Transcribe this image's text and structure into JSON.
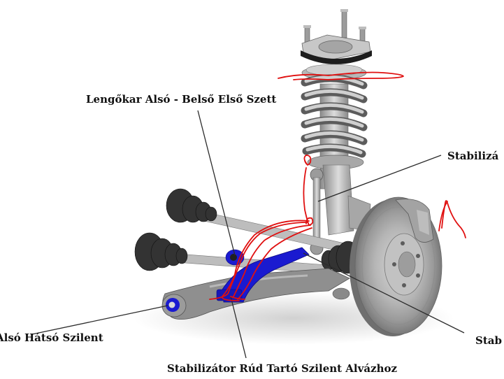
{
  "labels": {
    "top": "Lengőkar Alsó - Belső Első Szett",
    "right_top": "Stabilizá",
    "right_bottom": "Stab",
    "left_bottom": "Alsó Hátsó Szilent",
    "bottom": "Stabilizátor Rúd Tartó Szilent Alvázhoz"
  },
  "colors": {
    "highlight_part": "#1a1ad0",
    "annotation_ink": "#e01010",
    "metal": "#a9a9a9",
    "rubber": "#2e2e2e",
    "leader_line": "#2b2b2b"
  }
}
